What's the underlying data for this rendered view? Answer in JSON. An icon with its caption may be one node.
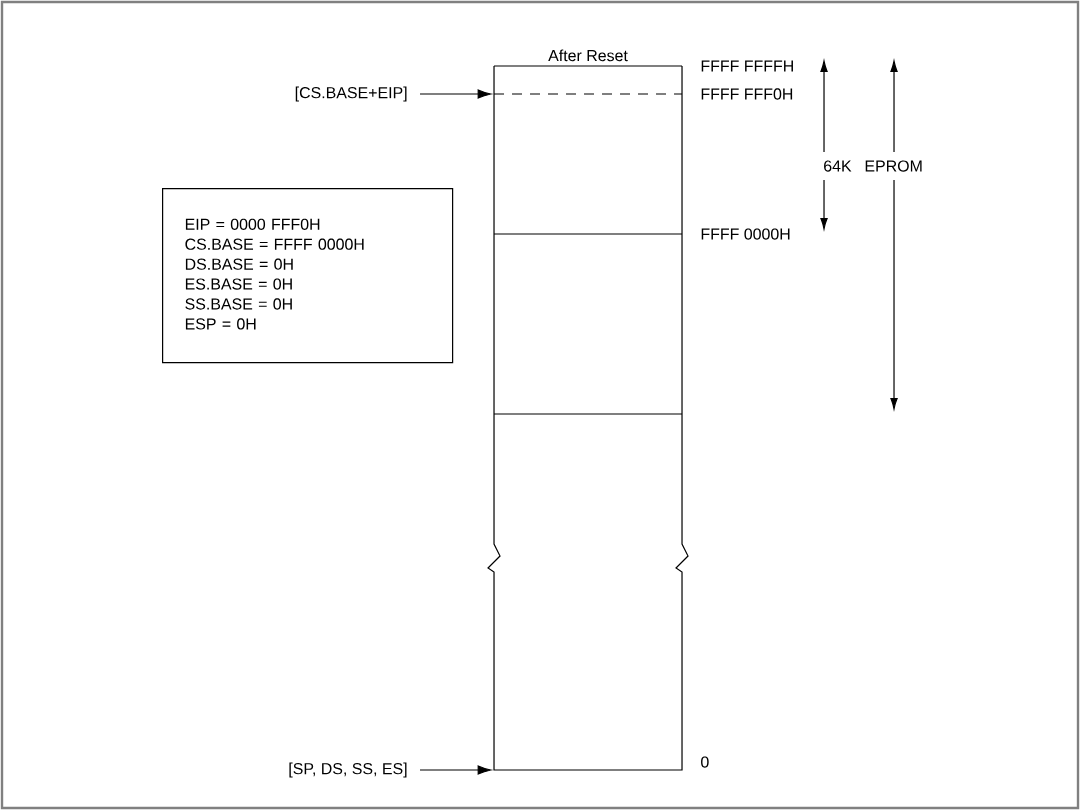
{
  "diagram": {
    "nodes": [
      {
        "text": [
          "After Reset"
        ]
      },
      {
        "text": [
          "[CS.BASE+EIP]"
        ]
      },
      {
        "text": [
          "EIP = 0000 FFF0H",
          "CS.BASE = FFFF 0000H",
          "DS.BASE = 0H",
          "ES.BASE = 0H",
          "SS.BASE = 0H",
          "ESP = 0H"
        ]
      },
      {
        "text": [
          "[SP, DS, SS, ES]"
        ]
      }
    ],
    "edges": [
      {
        "from": 1,
        "to": 0,
        "arrow": "to"
      },
      {
        "from": 3,
        "to": 0,
        "arrow": "to"
      }
    ],
    "labels": [
      "FFFF FFFFH",
      "FFFF FFF0H",
      "64K",
      "EPROM",
      "FFFF 0000H",
      "0"
    ]
  }
}
